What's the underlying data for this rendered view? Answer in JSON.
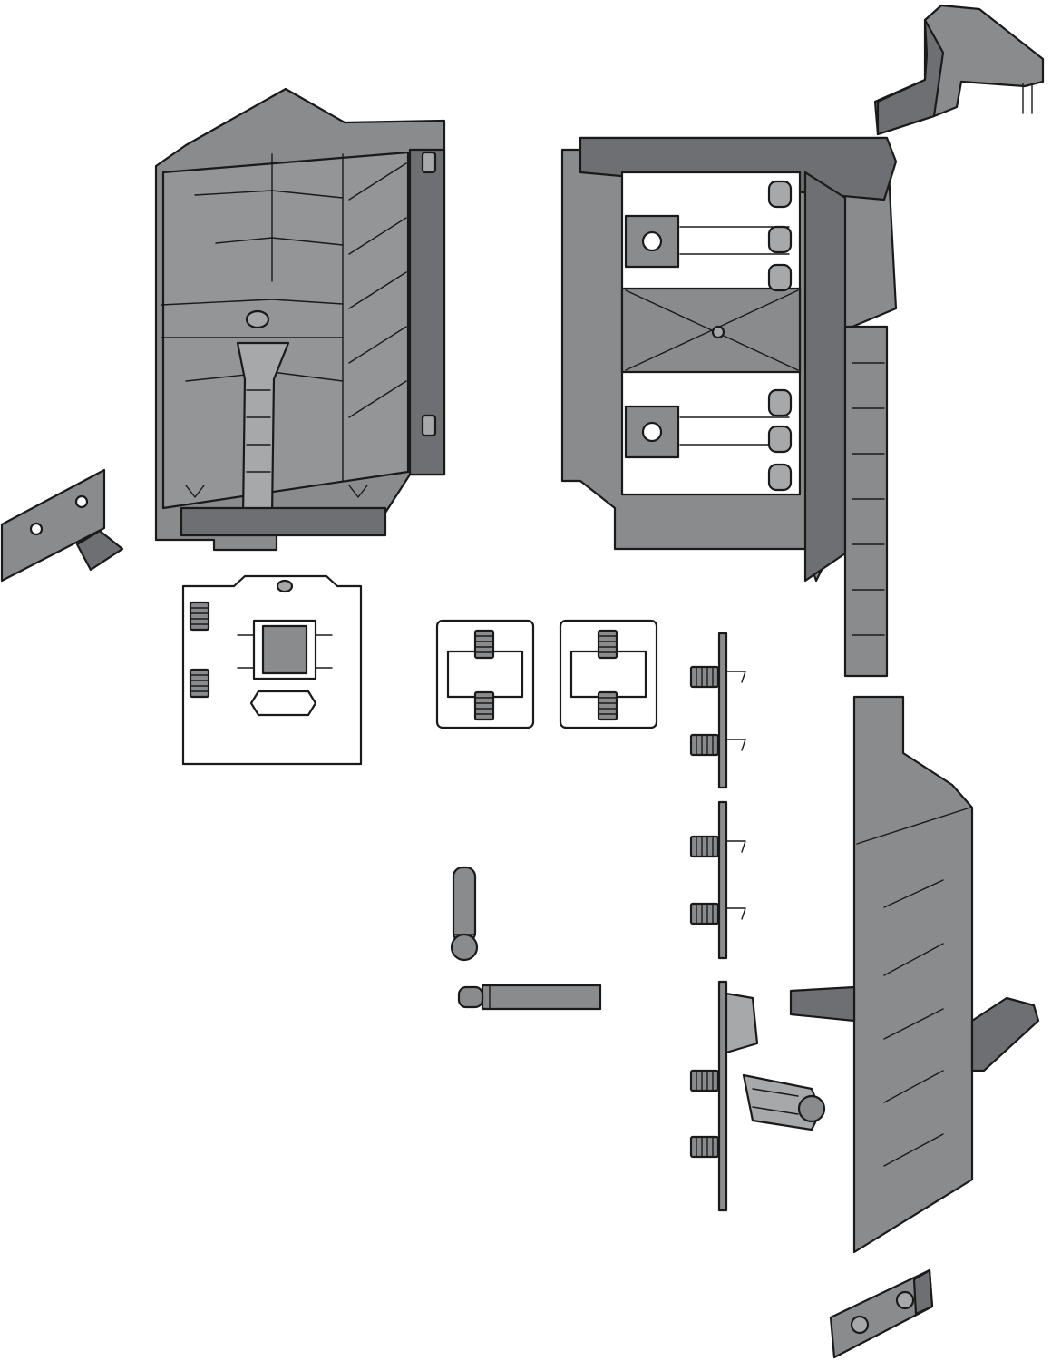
{
  "colors": {
    "background": "#ffffff",
    "part_fill": "#8a8b8d",
    "part_dark": "#6e6f72",
    "part_light": "#a7a8aa",
    "light_fill": "#ffffff",
    "outline": "#1a1a1a"
  },
  "parts": [
    {
      "id": "left-corner-housing",
      "icon": "corner-housing-icon"
    },
    {
      "id": "right-corner-housing",
      "icon": "corner-housing-open-icon"
    },
    {
      "id": "top-right-corner-cap",
      "icon": "corner-cap-icon"
    },
    {
      "id": "left-angle-bracket",
      "icon": "angle-bracket-icon"
    },
    {
      "id": "mounting-plate-with-dowels",
      "icon": "mounting-plate-icon"
    },
    {
      "id": "clip-connector-a",
      "icon": "clip-connector-icon"
    },
    {
      "id": "clip-connector-b",
      "icon": "clip-connector-icon"
    },
    {
      "id": "dowel-rail-upper",
      "icon": "dowel-rail-icon"
    },
    {
      "id": "dowel-rail-middle",
      "icon": "dowel-rail-icon"
    },
    {
      "id": "dowel-rail-with-hinge",
      "icon": "hinge-rail-icon"
    },
    {
      "id": "vertical-pin",
      "icon": "pin-icon"
    },
    {
      "id": "horizontal-pin",
      "icon": "pin-icon"
    },
    {
      "id": "side-panel",
      "icon": "side-panel-icon"
    },
    {
      "id": "bottom-right-bracket",
      "icon": "angle-bracket-icon"
    }
  ]
}
